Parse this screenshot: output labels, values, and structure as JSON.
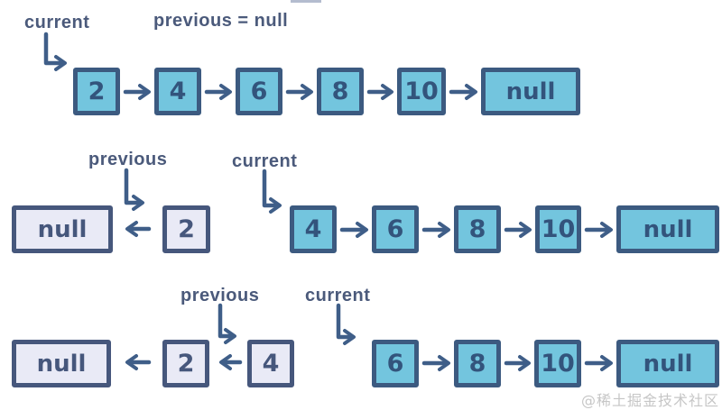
{
  "diagram_title": "linked-list-reversal-steps",
  "colors": {
    "node_fill": "#73C5DE",
    "node_border": "#3C5A80",
    "node_text": "#33547C",
    "reversed_fill": "#E9EAF6",
    "reversed_border": "#46577C",
    "label_text": "#4B5A7B",
    "arrow": "#3F5E88",
    "watermark": "#C6C6C6",
    "background": "#FFFFFF"
  },
  "steps": [
    {
      "name": "step-1",
      "labels": {
        "current": "current",
        "previous": "previous = null"
      },
      "nodes": [
        {
          "value": "2",
          "state": "active"
        },
        {
          "value": "4",
          "state": "active"
        },
        {
          "value": "6",
          "state": "active"
        },
        {
          "value": "8",
          "state": "active"
        },
        {
          "value": "10",
          "state": "active"
        },
        {
          "value": "null",
          "state": "active"
        }
      ],
      "pointers": {
        "current_at": "2",
        "previous_at": "null"
      },
      "links": [
        "2->4",
        "4->6",
        "6->8",
        "8->10",
        "10->null"
      ]
    },
    {
      "name": "step-2",
      "labels": {
        "previous": "previous",
        "current": "current"
      },
      "nodes": [
        {
          "value": "null",
          "state": "reversed"
        },
        {
          "value": "2",
          "state": "reversed"
        },
        {
          "value": "4",
          "state": "active"
        },
        {
          "value": "6",
          "state": "active"
        },
        {
          "value": "8",
          "state": "active"
        },
        {
          "value": "10",
          "state": "active"
        },
        {
          "value": "null",
          "state": "active"
        }
      ],
      "pointers": {
        "previous_at": "2",
        "current_at": "4"
      },
      "links": [
        "null<-2",
        "4->6",
        "6->8",
        "8->10",
        "10->null"
      ]
    },
    {
      "name": "step-3",
      "labels": {
        "previous": "previous",
        "current": "current"
      },
      "nodes": [
        {
          "value": "null",
          "state": "reversed"
        },
        {
          "value": "2",
          "state": "reversed"
        },
        {
          "value": "4",
          "state": "reversed"
        },
        {
          "value": "6",
          "state": "active"
        },
        {
          "value": "8",
          "state": "active"
        },
        {
          "value": "10",
          "state": "active"
        },
        {
          "value": "null",
          "state": "active"
        }
      ],
      "pointers": {
        "previous_at": "4",
        "current_at": "6"
      },
      "links": [
        "null<-2",
        "2<-4",
        "6->8",
        "8->10",
        "10->null"
      ]
    }
  ],
  "watermark": "@稀土掘金技术社区"
}
